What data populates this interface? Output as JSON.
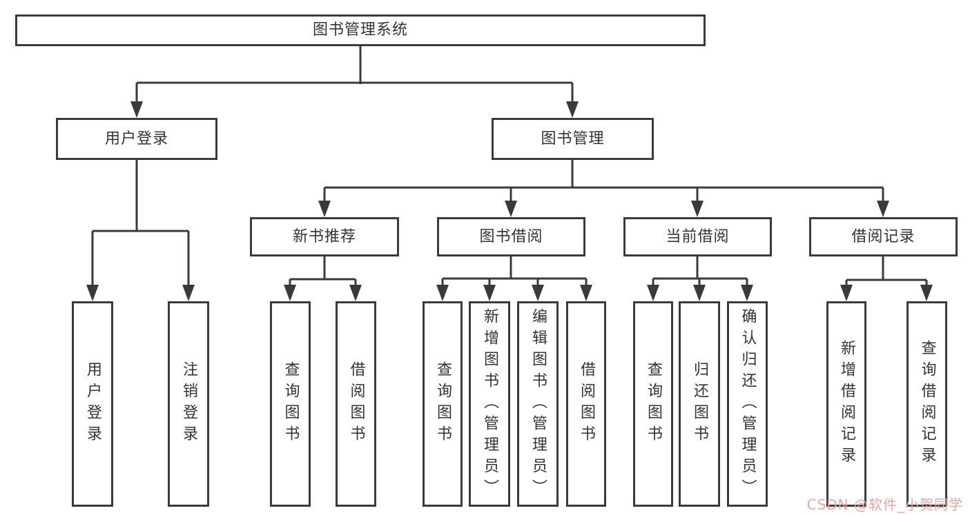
{
  "diagram": {
    "root": {
      "label": "图书管理系统"
    },
    "branches": [
      {
        "label": "用户登录",
        "children": [
          {
            "label": "用户登录"
          },
          {
            "label": "注销登录"
          }
        ]
      },
      {
        "label": "图书管理",
        "children": [
          {
            "label": "新书推荐",
            "children": [
              {
                "label": "查询图书"
              },
              {
                "label": "借阅图书"
              }
            ]
          },
          {
            "label": "图书借阅",
            "children": [
              {
                "label": "查询图书"
              },
              {
                "label": "新增图书（管理员）"
              },
              {
                "label": "编辑图书（管理员）"
              },
              {
                "label": "借阅图书"
              }
            ]
          },
          {
            "label": "当前借阅",
            "children": [
              {
                "label": "查询图书"
              },
              {
                "label": "归还图书"
              },
              {
                "label": "确认归还（管理员）"
              }
            ]
          },
          {
            "label": "借阅记录",
            "children": [
              {
                "label": "新增借阅记录"
              },
              {
                "label": "查询借阅记录"
              }
            ]
          }
        ]
      }
    ]
  },
  "watermark": {
    "text": "CSDN @软件_小贺同学",
    "color": "#eda3a3"
  },
  "colors": {
    "line": "#3a3a3a",
    "box_border": "#3a3a3a",
    "box_bg": "#ffffff",
    "text": "#333333"
  }
}
